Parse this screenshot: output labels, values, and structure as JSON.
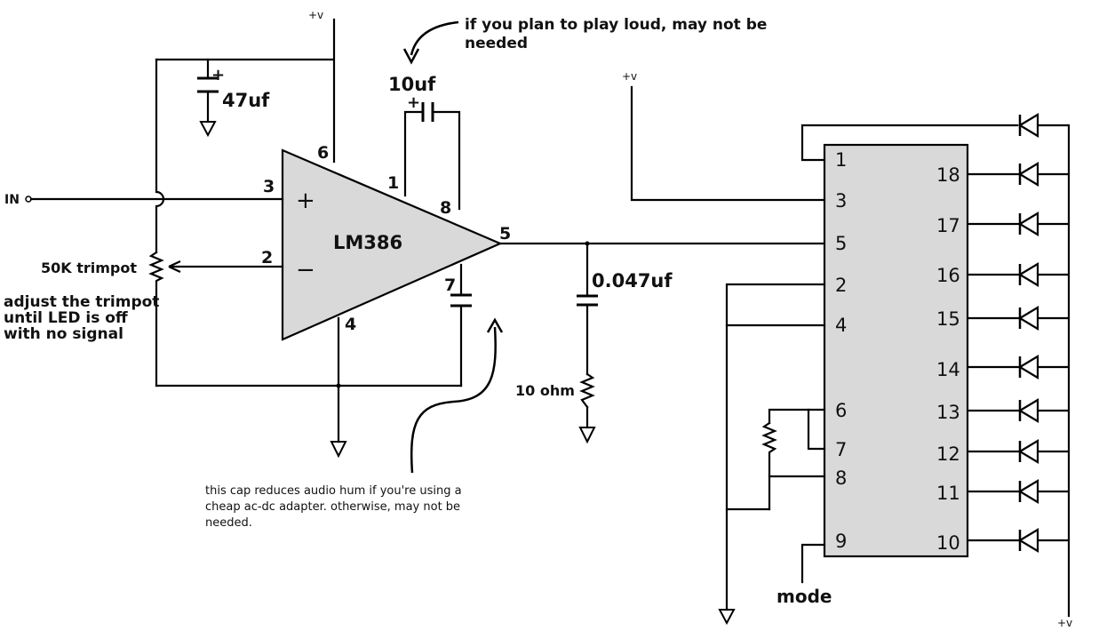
{
  "supply_top": "+v",
  "supply_right_top": "+v",
  "supply_bottom": "+v",
  "input": "IN",
  "amp": {
    "name": "LM386",
    "plus_sign": "+",
    "minus_sign": "−",
    "pins": {
      "p1": "1",
      "p2": "2",
      "p3": "3",
      "p4": "4",
      "p5": "5",
      "p6": "6",
      "p7": "7",
      "p8": "8"
    }
  },
  "components": {
    "c47": "47uf",
    "c10": "10uf",
    "c047": "0.047uf",
    "r10": "10 ohm",
    "trimpot": "50K trimpot",
    "cap_plus": "+"
  },
  "notes": {
    "loud_line1": "if you plan to play loud, may not be",
    "loud_line2": "needed",
    "trim_line1": "adjust the trimpot",
    "trim_line2": "until LED is off",
    "trim_line3": "with no signal",
    "hum_line1": "this cap reduces audio hum if you're using a",
    "hum_line2": "cheap ac-dc adapter. otherwise, may not be",
    "hum_line3": "needed."
  },
  "driver": {
    "left_pins": {
      "l1": "1",
      "l3": "3",
      "l5": "5",
      "l2": "2",
      "l4": "4",
      "l6": "6",
      "l7": "7",
      "l8": "8",
      "l9": "9"
    },
    "right_pins": {
      "r18": "18",
      "r17": "17",
      "r16": "16",
      "r15": "15",
      "r14": "14",
      "r13": "13",
      "r12": "12",
      "r11": "11",
      "r10": "10"
    }
  },
  "mode": "mode"
}
